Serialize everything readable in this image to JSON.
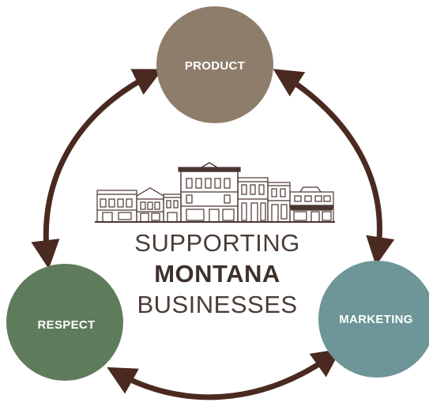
{
  "nodes": {
    "product": {
      "label": "PRODUCT",
      "color": "#8f7d6c"
    },
    "marketing": {
      "label": "MARKETING",
      "color": "#6e9597"
    },
    "respect": {
      "label": "RESPECT",
      "color": "#5e7b5b"
    }
  },
  "center": {
    "line1": "SUPPORTING",
    "line2": "MONTANA",
    "line3": "BUSINESSES"
  },
  "colors": {
    "arrow": "#4a2a20",
    "building_ink": "#4a3530"
  },
  "icons": [
    "storefront-illustration"
  ]
}
